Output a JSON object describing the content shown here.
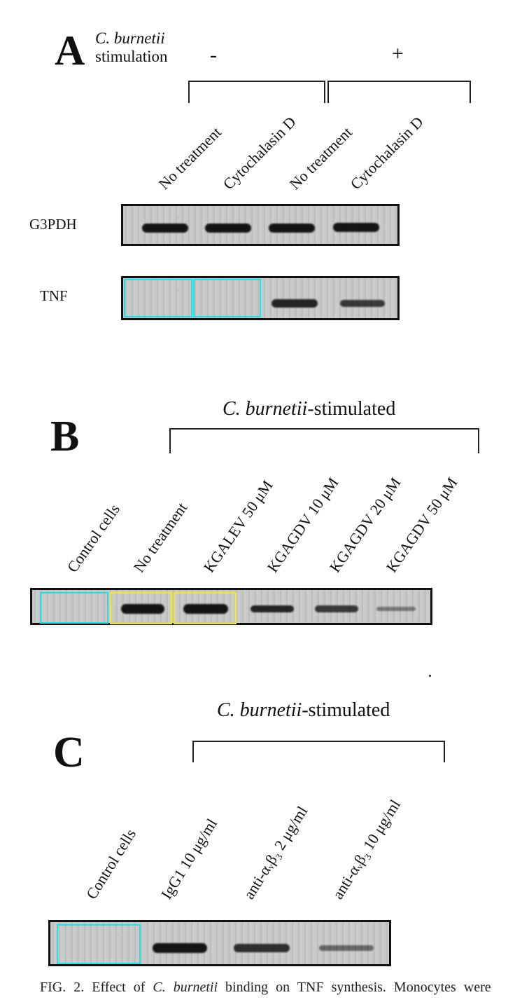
{
  "panel_a": {
    "letter": "A",
    "condition_label_italic": "C. burnetii",
    "condition_label": "stimulation",
    "group_minus": "-",
    "group_plus": "+",
    "lanes": [
      "No treatment",
      "Cytochalasin D",
      "No treatment",
      "Cytochalasin D"
    ],
    "rows": [
      {
        "label": "G3PDH",
        "band_intensity": [
          1.0,
          1.0,
          1.0,
          1.0
        ]
      },
      {
        "label": "TNF",
        "band_intensity": [
          0.0,
          0.0,
          0.8,
          0.7
        ]
      }
    ],
    "highlight_color": "#22e0e8"
  },
  "panel_b": {
    "letter": "B",
    "group_label_italic": "C. burnetii",
    "group_label": "-stimulated",
    "lanes": [
      "Control cells",
      "No treatment",
      "KGALEV 50 μM",
      "KGAGDV 10 μM",
      "KGAGDV 20 μM",
      "KGAGDV 50 μM"
    ],
    "band_intensity": [
      0.0,
      1.0,
      1.0,
      0.8,
      0.65,
      0.3
    ],
    "highlight_cyan": "#22e0e8",
    "highlight_yellow": "#f5e62a"
  },
  "panel_c": {
    "letter": "C",
    "group_label_italic": "C. burnetii",
    "group_label": "-stimulated",
    "lanes": [
      "Control cells",
      "IgG1 10 μg/ml",
      "anti-αᵥβ₃ 2 μg/ml",
      "anti-αᵥβ₃ 10 μg/ml"
    ],
    "band_intensity": [
      0.0,
      0.9,
      0.75,
      0.45
    ],
    "highlight_color": "#22e0e8"
  },
  "caption": {
    "prefix": "FIG. 2. Effect of",
    "italic": "C. burnetii",
    "suffix": "binding on TNF synthesis. Monocytes were"
  }
}
